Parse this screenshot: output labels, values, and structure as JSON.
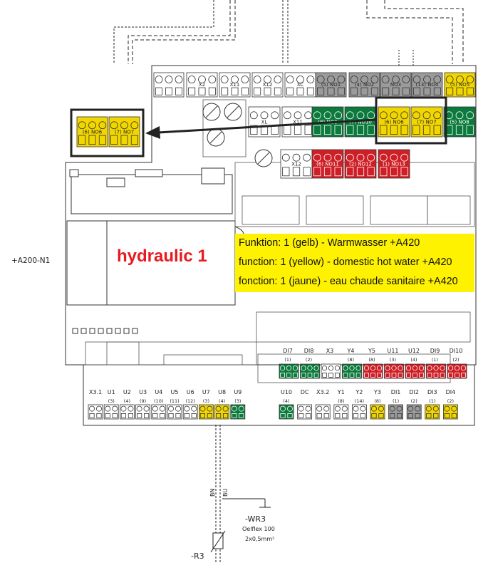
{
  "board_label": "+A200-N1",
  "brand_text": "hydraulic 1",
  "colors": {
    "yellow": "#f2d600",
    "green": "#0c7a3c",
    "red": "#cf1f26",
    "grey": "#9b9b9b",
    "white": "#ffffff",
    "note_bg": "#fff200",
    "brand_red": "#e8191f"
  },
  "info_lines": [
    "Funktion: 1 (gelb) - Warmwasser +A420",
    "function: 1 (yellow) - domestic hot water +A420",
    "fonction: 1 (jaune) - eau chaude sanitaire +A420"
  ],
  "callout_terminals": [
    "(6) NO6",
    "(7) NO7"
  ],
  "top_row": [
    {
      "label": "",
      "color": "white"
    },
    {
      "label": "X2",
      "color": "white"
    },
    {
      "label": "X11",
      "color": "white"
    },
    {
      "label": "X12",
      "color": "white"
    },
    {
      "label": "XC",
      "color": "white"
    },
    {
      "label": "(5) NO1",
      "color": "grey"
    },
    {
      "label": "(4) NO2",
      "color": "grey"
    },
    {
      "label": "NO3",
      "color": "grey"
    },
    {
      "label": "(13) NO4",
      "color": "grey"
    },
    {
      "label": "(5) NO5",
      "color": "yellow"
    }
  ],
  "middle_row": [
    {
      "label": "XL",
      "color": "white"
    },
    {
      "label": "X11",
      "color": "white"
    },
    {
      "label": "(8) NO9",
      "color": "green"
    },
    {
      "label": "(7) NO10",
      "color": "green"
    },
    {
      "label": "(6) NO6",
      "color": "yellow"
    },
    {
      "label": "(7) NO7",
      "color": "yellow"
    },
    {
      "label": "(5) NO8",
      "color": "green"
    }
  ],
  "red_row": [
    {
      "label": "X12",
      "color": "white"
    },
    {
      "label": "(6) NO11",
      "color": "red"
    },
    {
      "label": "(2) NO12",
      "color": "red"
    },
    {
      "label": "(1) NO13",
      "color": "red"
    }
  ],
  "mid_bottom_header": [
    "DI7",
    "DI8",
    "X3",
    "Y4",
    "Y5",
    "U11",
    "U12",
    "DI9",
    "DI10"
  ],
  "mid_bottom_sub": [
    "(1)",
    "(2)",
    "",
    "(8)",
    "(8)",
    "(3)",
    "(4)",
    "(1)",
    "(2)"
  ],
  "mid_bottom_colors": [
    "green",
    "green",
    "white",
    "green",
    "red",
    "red",
    "red",
    "red",
    "red"
  ],
  "bottom_left": [
    {
      "name": "X3.1",
      "sub": "",
      "color": "white"
    },
    {
      "name": "U1",
      "sub": "(3)",
      "color": "white"
    },
    {
      "name": "U2",
      "sub": "(4)",
      "color": "white"
    },
    {
      "name": "U3",
      "sub": "(9)",
      "color": "white"
    },
    {
      "name": "U4",
      "sub": "(10)",
      "color": "white"
    },
    {
      "name": "U5",
      "sub": "(11)",
      "color": "white"
    },
    {
      "name": "U6",
      "sub": "(12)",
      "color": "white"
    },
    {
      "name": "U7",
      "sub": "(3)",
      "color": "yellow"
    },
    {
      "name": "U8",
      "sub": "(4)",
      "color": "yellow"
    },
    {
      "name": "U9",
      "sub": "(3)",
      "color": "green"
    }
  ],
  "bottom_right": [
    {
      "name": "U10",
      "sub": "(4)",
      "color": "green"
    },
    {
      "name": "DC",
      "sub": "",
      "color": "white"
    },
    {
      "name": "X3.2",
      "sub": "",
      "color": "white"
    },
    {
      "name": "Y1",
      "sub": "(8)",
      "color": "white"
    },
    {
      "name": "Y2",
      "sub": "(14)",
      "color": "white"
    },
    {
      "name": "Y3",
      "sub": "(8)",
      "color": "yellow"
    },
    {
      "name": "DI1",
      "sub": "(1)",
      "color": "grey"
    },
    {
      "name": "DI2",
      "sub": "(2)",
      "color": "grey"
    },
    {
      "name": "DI3",
      "sub": "(1)",
      "color": "yellow"
    },
    {
      "name": "DI4",
      "sub": "(2)",
      "color": "yellow"
    }
  ],
  "wire_labels": {
    "bn": "BN",
    "bu": "BU"
  },
  "cable": {
    "name": "-WR3",
    "type": "Oelflex 100",
    "spec": "2x0,5mm²"
  },
  "sensor": "-R3"
}
